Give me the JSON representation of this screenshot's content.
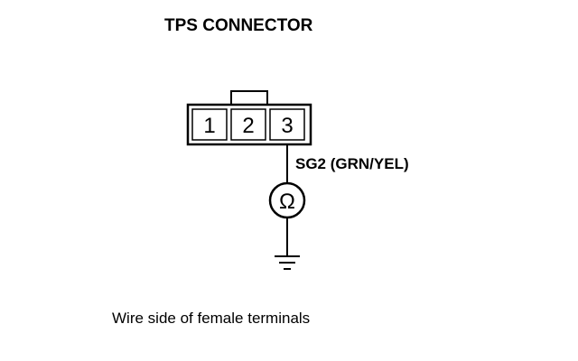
{
  "title": "TPS CONNECTOR",
  "connector": {
    "pins": [
      "1",
      "2",
      "3"
    ]
  },
  "wire": {
    "label": "SG2 (GRN/YEL)"
  },
  "meter": {
    "symbol": "Ω",
    "icon": "ohmmeter-icon"
  },
  "ground": {
    "icon": "ground-icon"
  },
  "caption": "Wire side of female terminals"
}
